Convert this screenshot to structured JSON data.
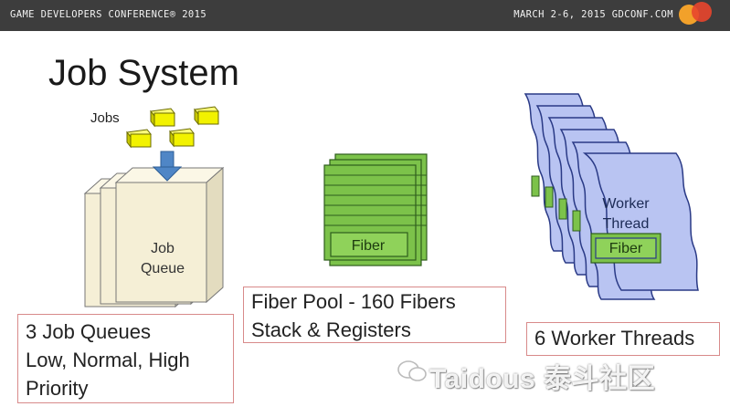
{
  "header": {
    "left_text": "GAME DEVELOPERS CONFERENCE® 2015",
    "right_text": "MARCH 2-6, 2015  GDCONF.COM"
  },
  "slide": {
    "title": "Job System",
    "jobs_label": "Jobs",
    "queue_label_line1": "Job",
    "queue_label_line2": "Queue",
    "fiber_label": "Fiber",
    "worker_label_line1": "Worker",
    "worker_label_line2": "Thread",
    "worker_fiber_label": "Fiber",
    "queues_caption_line1": "3 Job Queues",
    "queues_caption_line2": "Low, Normal, High",
    "queues_caption_line3": "Priority",
    "fiber_caption_line1": "Fiber Pool - 160 Fibers",
    "fiber_caption_line2": "Stack & Registers",
    "workers_caption": "6 Worker Threads"
  },
  "watermark": {
    "text": "Taidous 泰斗社区"
  },
  "colors": {
    "header_bg": "#3d3d3d",
    "job_yellow": "#f2f200",
    "queue_fill": "#f5efd6",
    "arrow_blue": "#4f86c6",
    "fiber_green": "#7cc24a",
    "worker_blue": "#b9c4f2",
    "caption_border": "#d88a8a"
  }
}
